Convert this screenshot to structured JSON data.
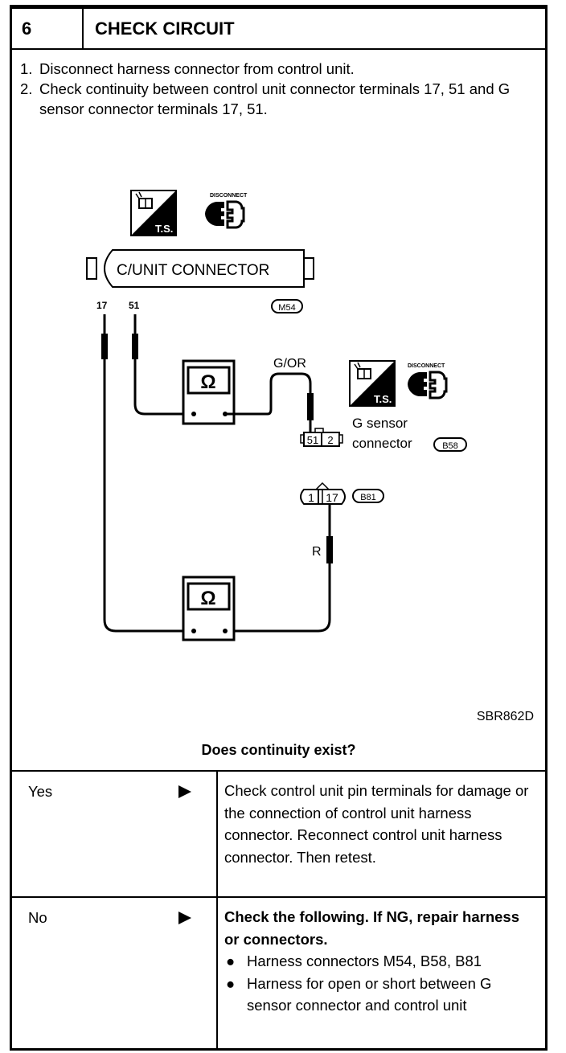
{
  "header": {
    "step_number": "6",
    "title": "CHECK CIRCUIT"
  },
  "steps": [
    {
      "num": "1.",
      "text": "Disconnect harness connector from control unit."
    },
    {
      "num": "2.",
      "text": "Check continuity between control unit connector terminals 17, 51 and G sensor connector terminals 17, 51."
    }
  ],
  "diagram": {
    "ts_label": "T.S.",
    "disconnect_label": "DISCONNECT",
    "cunit_connector_label": "C/UNIT CONNECTOR",
    "cunit_terminals": [
      "17",
      "51"
    ],
    "cunit_connector_id": "M54",
    "wire_color_top": "G/OR",
    "wire_color_bottom": "R",
    "ohm_symbol": "Ω",
    "g_sensor_connector_pins": [
      "51",
      "2"
    ],
    "g_sensor_label_line1": "G sensor",
    "g_sensor_label_line2": "connector",
    "g_sensor_connector_id": "B58",
    "b81_connector_pins": [
      "1",
      "17"
    ],
    "b81_connector_id": "B81",
    "figure_code": "SBR862D"
  },
  "question": "Does continuity exist?",
  "answers": [
    {
      "label": "Yes",
      "text": "Check control unit pin terminals for damage or the connection of control unit harness connector. Reconnect control unit harness connector. Then retest."
    },
    {
      "label": "No",
      "text_bold": "Check the following. If NG, repair harness or connectors.",
      "bullets": [
        "Harness connectors M54, B58, B81",
        "Harness for open or short between G sensor connector and control unit"
      ]
    }
  ]
}
